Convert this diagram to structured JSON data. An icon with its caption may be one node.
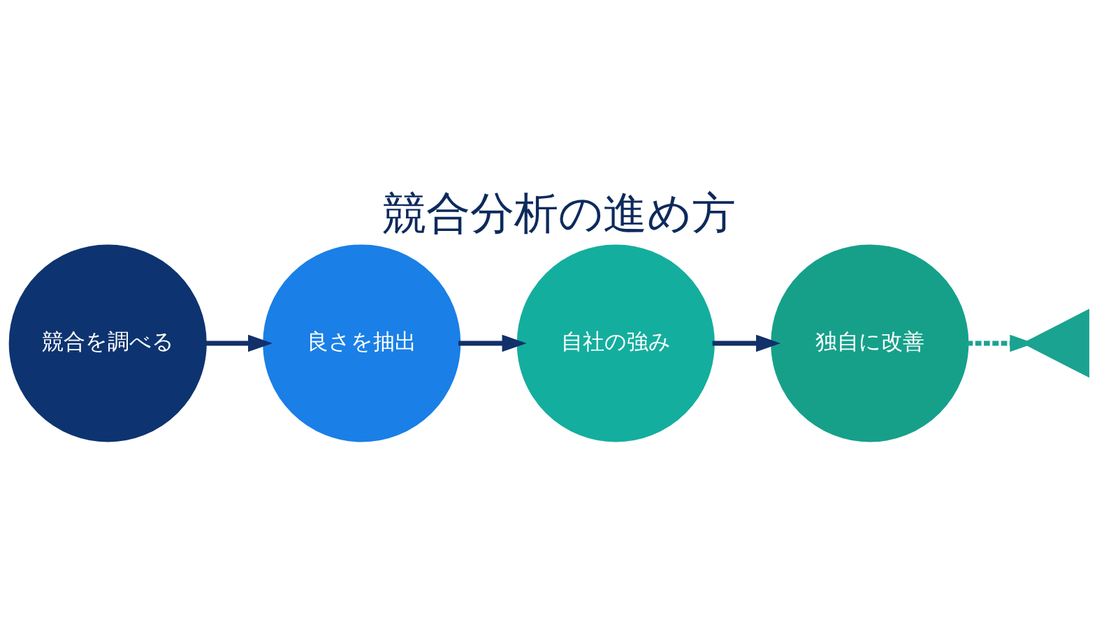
{
  "diagram": {
    "title": "競合分析の進め方",
    "nodes": [
      {
        "text": [
          "競合を調べる"
        ]
      },
      {
        "text": [
          "良さを抽出"
        ]
      },
      {
        "text": [
          "自社の強み"
        ]
      },
      {
        "text": [
          "独自に改善"
        ]
      },
      {
        "text": [],
        "shape": "plane"
      }
    ],
    "edges": [
      {
        "from": 0,
        "to": 1,
        "arrow": "to"
      },
      {
        "from": 1,
        "to": 2,
        "arrow": "to"
      },
      {
        "from": 2,
        "to": 3,
        "arrow": "to"
      },
      {
        "from": 3,
        "to": 4,
        "arrow": "to",
        "style": "dashed",
        "color": "#1aa391"
      }
    ]
  }
}
